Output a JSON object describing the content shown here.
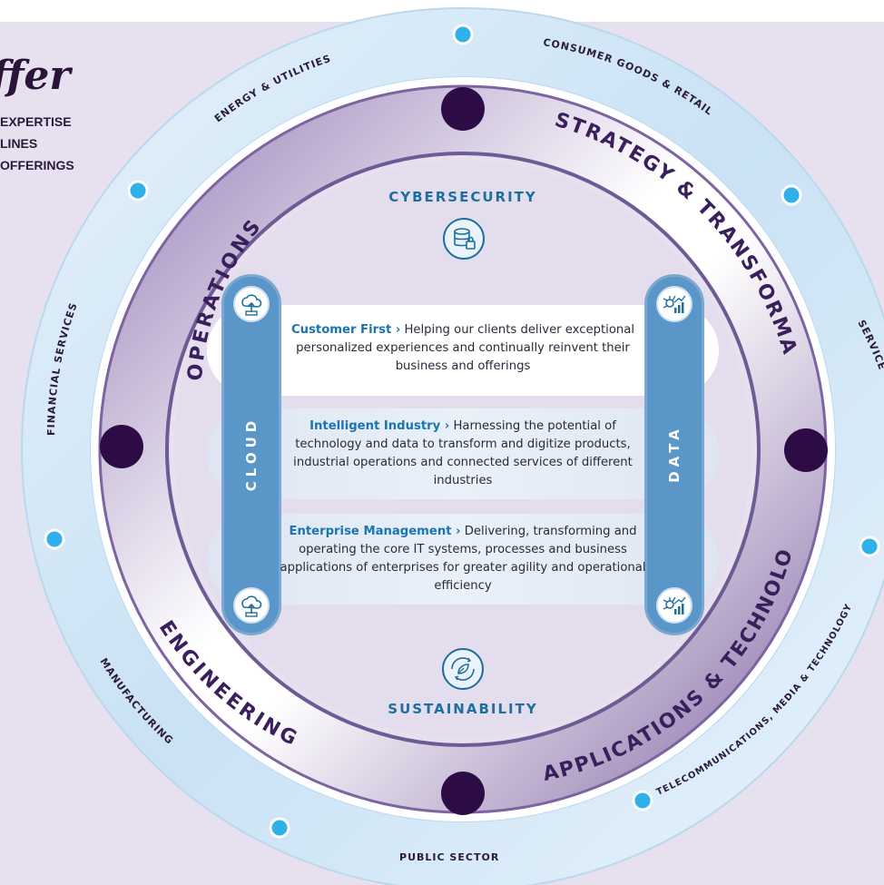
{
  "header": {
    "title_fragment": "ffer",
    "lines": [
      "EXPERTISE",
      "LINES",
      "OFFERINGS"
    ]
  },
  "ring_labels": {
    "service_lines": [
      {
        "key": "operations",
        "text": "OPERATIONS"
      },
      {
        "key": "strategy",
        "text": "STRATEGY & TRANSFORMATION"
      },
      {
        "key": "applications",
        "text": "APPLICATIONS & TECHNOLOGY"
      },
      {
        "key": "engineering",
        "text": "ENGINEERING"
      }
    ],
    "sectors": [
      {
        "key": "energy",
        "text": "ENERGY & UTILITIES"
      },
      {
        "key": "consumer",
        "text": "CONSUMER GOODS & RETAIL"
      },
      {
        "key": "services",
        "text": "SERVICES"
      },
      {
        "key": "telecom",
        "text": "TELECOMMUNICATIONS, MEDIA & TECHNOLOGY"
      },
      {
        "key": "public",
        "text": "PUBLIC SECTOR"
      },
      {
        "key": "manufacturing",
        "text": "MANUFACTURING"
      },
      {
        "key": "financial",
        "text": "FINANCIAL SERVICES"
      }
    ]
  },
  "center": {
    "top_label": "CYBERSECURITY",
    "bottom_label": "SUSTAINABILITY",
    "left_column": "CLOUD",
    "right_column": "DATA",
    "offerings": [
      {
        "lead": "Customer First ›",
        "text": " Helping our clients deliver exceptional personalized experiences and continually reinvent their business and offerings"
      },
      {
        "lead": "Intelligent Industry ›",
        "text": " Harnessing the potential of technology and data to transform and digitize products, industrial operations and connected services of different industries"
      },
      {
        "lead": "Enterprise Management ›",
        "text": " Delivering, transforming and operating the core IT systems, processes and business applications of enterprises for greater agility and operational efficiency"
      }
    ]
  },
  "colors": {
    "background": "#e7e0ef",
    "outer_ring": "#cfe5f5",
    "purple_band": "#8a74a8",
    "dark_node": "#2d0b45",
    "cyan_dot": "#2eb0ea",
    "accent_blue": "#1e6f9e",
    "column_blue": "#5b96c8"
  },
  "icons": {
    "top": "database-lock-icon",
    "bottom": "sustainability-leaf-icon",
    "cloud": "cloud-upload-icon",
    "data": "data-analytics-icon"
  }
}
